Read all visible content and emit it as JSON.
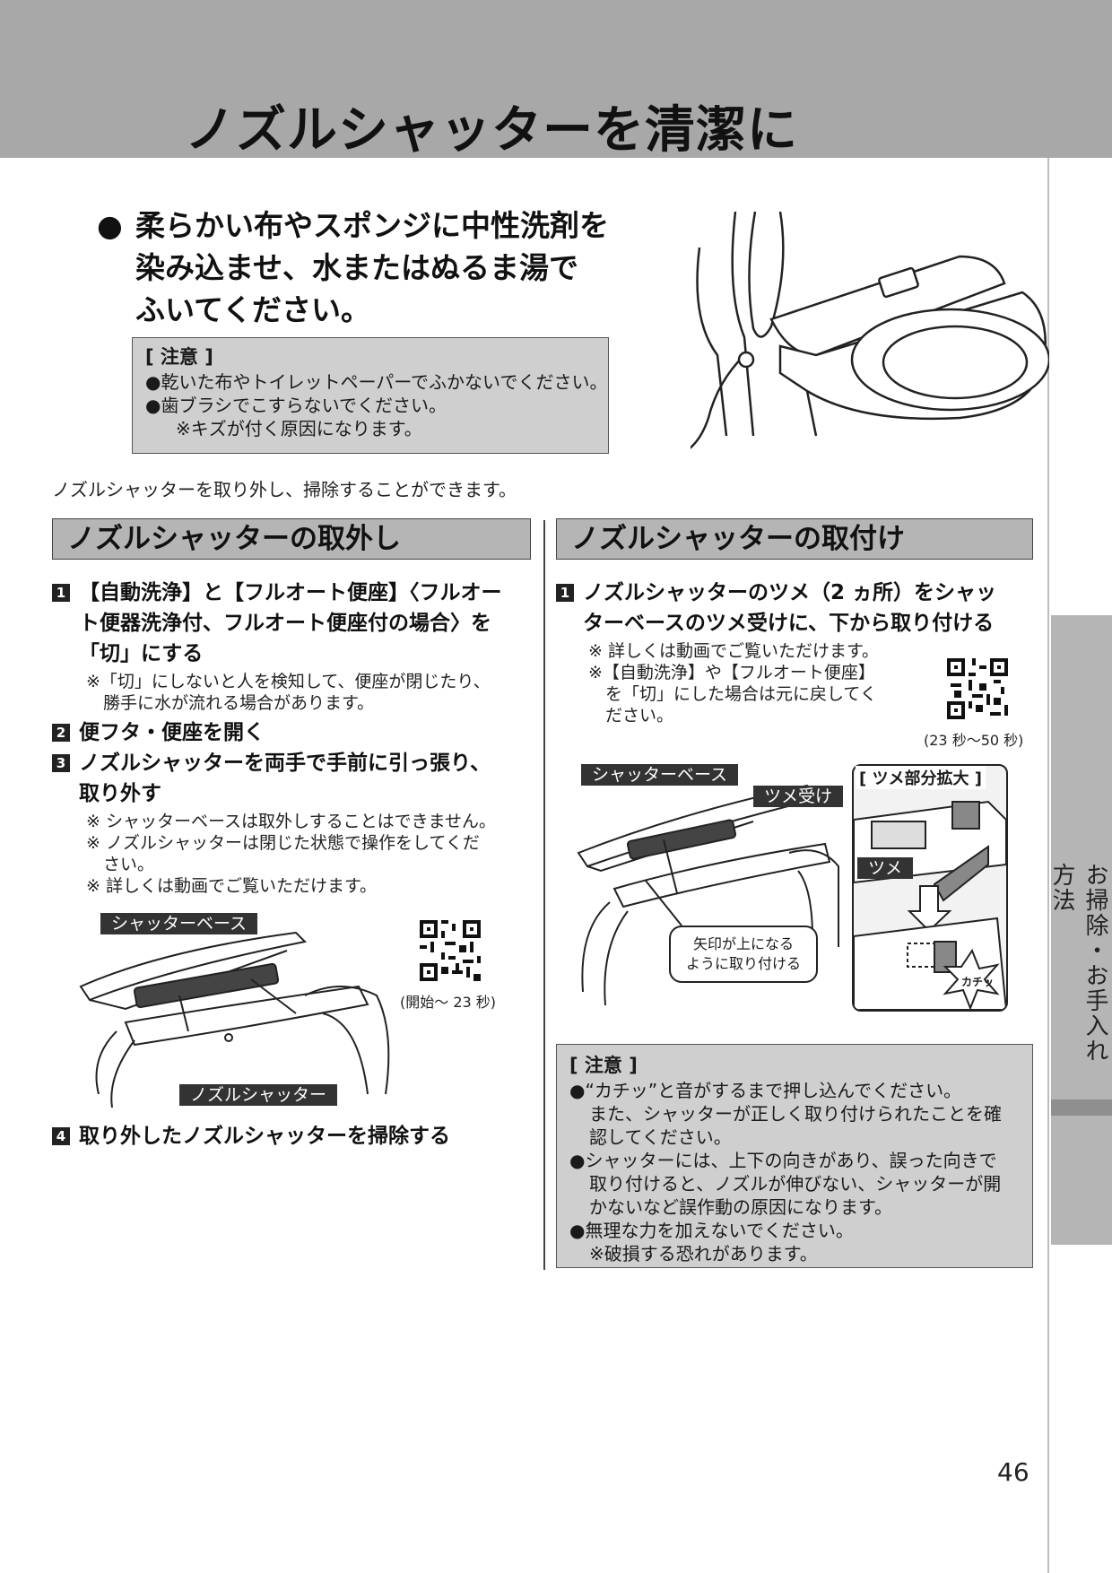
{
  "header": {
    "title": "ノズルシャッターを清潔に"
  },
  "side_tab": {
    "label": "お掃除・お手入れ方法"
  },
  "lead": {
    "bullet": "●",
    "text": "柔らかい布やスポンジに中性洗剤を\n染み込ませ、水またはぬるま湯で\nふいてください。"
  },
  "caution_top": {
    "title": "[ 注意 ]",
    "lines": [
      "●乾いた布やトイレットペーパーでふかないでください。",
      "●歯ブラシでこすらないでください。",
      "※キズが付く原因になります。"
    ]
  },
  "intro": "ノズルシャッターを取り外し、掃除することができます。",
  "removal": {
    "heading": "ノズルシャッターの取外し",
    "steps": [
      {
        "num": "1",
        "text": "【自動洗浄】と【フルオート便座】〈フルオー\nト便器洗浄付、フルオート便座付の場合〉を\n「切」にする"
      },
      {
        "num": "2",
        "text": "便フタ・便座を開く"
      },
      {
        "num": "3",
        "text": "ノズルシャッターを両手で手前に引っ張り、\n取り外す"
      },
      {
        "num": "4",
        "text": "取り外したノズルシャッターを掃除する"
      }
    ],
    "note1": "※「切」にしないと人を検知して、便座が閉じたり、\n　勝手に水が流れる場合があります。",
    "note3": "※ シャッターベースは取外しすることはできません。\n※ ノズルシャッターは閉じた状態で操作をしてくだ\n　さい。\n※ 詳しくは動画でご覧いただけます。",
    "qr_caption": "(開始～ 23 秒)",
    "label_base": "シャッターベース",
    "label_shutter": "ノズルシャッター"
  },
  "install": {
    "heading": "ノズルシャッターの取付け",
    "step1": {
      "num": "1",
      "text": "ノズルシャッターのツメ（2 ヵ所）をシャッ\nターベースのツメ受けに、下から取り付ける"
    },
    "notes": "※ 詳しくは動画でご覧いただけます。\n※【自動洗浄】や【フルオート便座】\n　を「切」にした場合は元に戻してく\n　ださい。",
    "qr_caption": "(23 秒～50 秒)",
    "label_base": "シャッターベース",
    "label_claw_receiver": "ツメ受け",
    "label_zoom": "[ ツメ部分拡大 ]",
    "label_claw": "ツメ",
    "balloon": "矢印が上になる\nように取り付ける",
    "click_sound": "カチッ"
  },
  "caution_bottom": {
    "title": "[ 注意 ]",
    "lines": [
      "●“カチッ”と音がするまで押し込んでください。",
      "また、シャッターが正しく取り付けられたことを確",
      "認してください。",
      "●シャッターには、上下の向きがあり、誤った向きで",
      "取り付けると、ノズルが伸びない、シャッターが開",
      "かないなど誤作動の原因になります。",
      "●無理な力を加えないでください。",
      "※破損する恐れがあります。"
    ]
  },
  "page_number": "46"
}
